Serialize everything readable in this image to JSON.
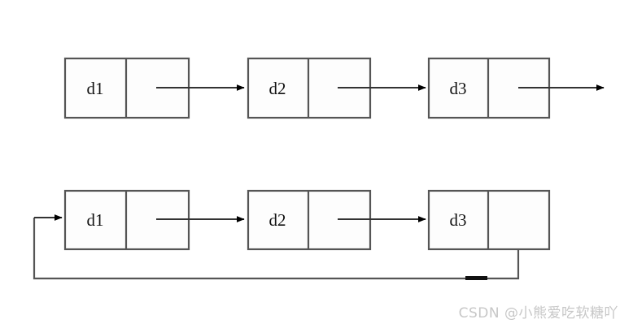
{
  "figure": {
    "title": "linked-list-diagram",
    "background_color": "#ffffff",
    "line_color": "#555555",
    "arrow_color": "#000000",
    "box_fill": "#fdfdfd",
    "rows": [
      {
        "id": "singly-linked-list",
        "kind": "singly",
        "has_terminal_arrow": true,
        "nodes": [
          {
            "label": "d1"
          },
          {
            "label": "d2"
          },
          {
            "label": "d3"
          }
        ]
      },
      {
        "id": "circular-linked-list",
        "kind": "circular",
        "has_terminal_arrow": false,
        "nodes": [
          {
            "label": "d1"
          },
          {
            "label": "d2"
          },
          {
            "label": "d3"
          }
        ]
      }
    ]
  },
  "watermark": {
    "text": "CSDN @小熊爱吃软糖吖",
    "color": "#c7c7c7"
  }
}
